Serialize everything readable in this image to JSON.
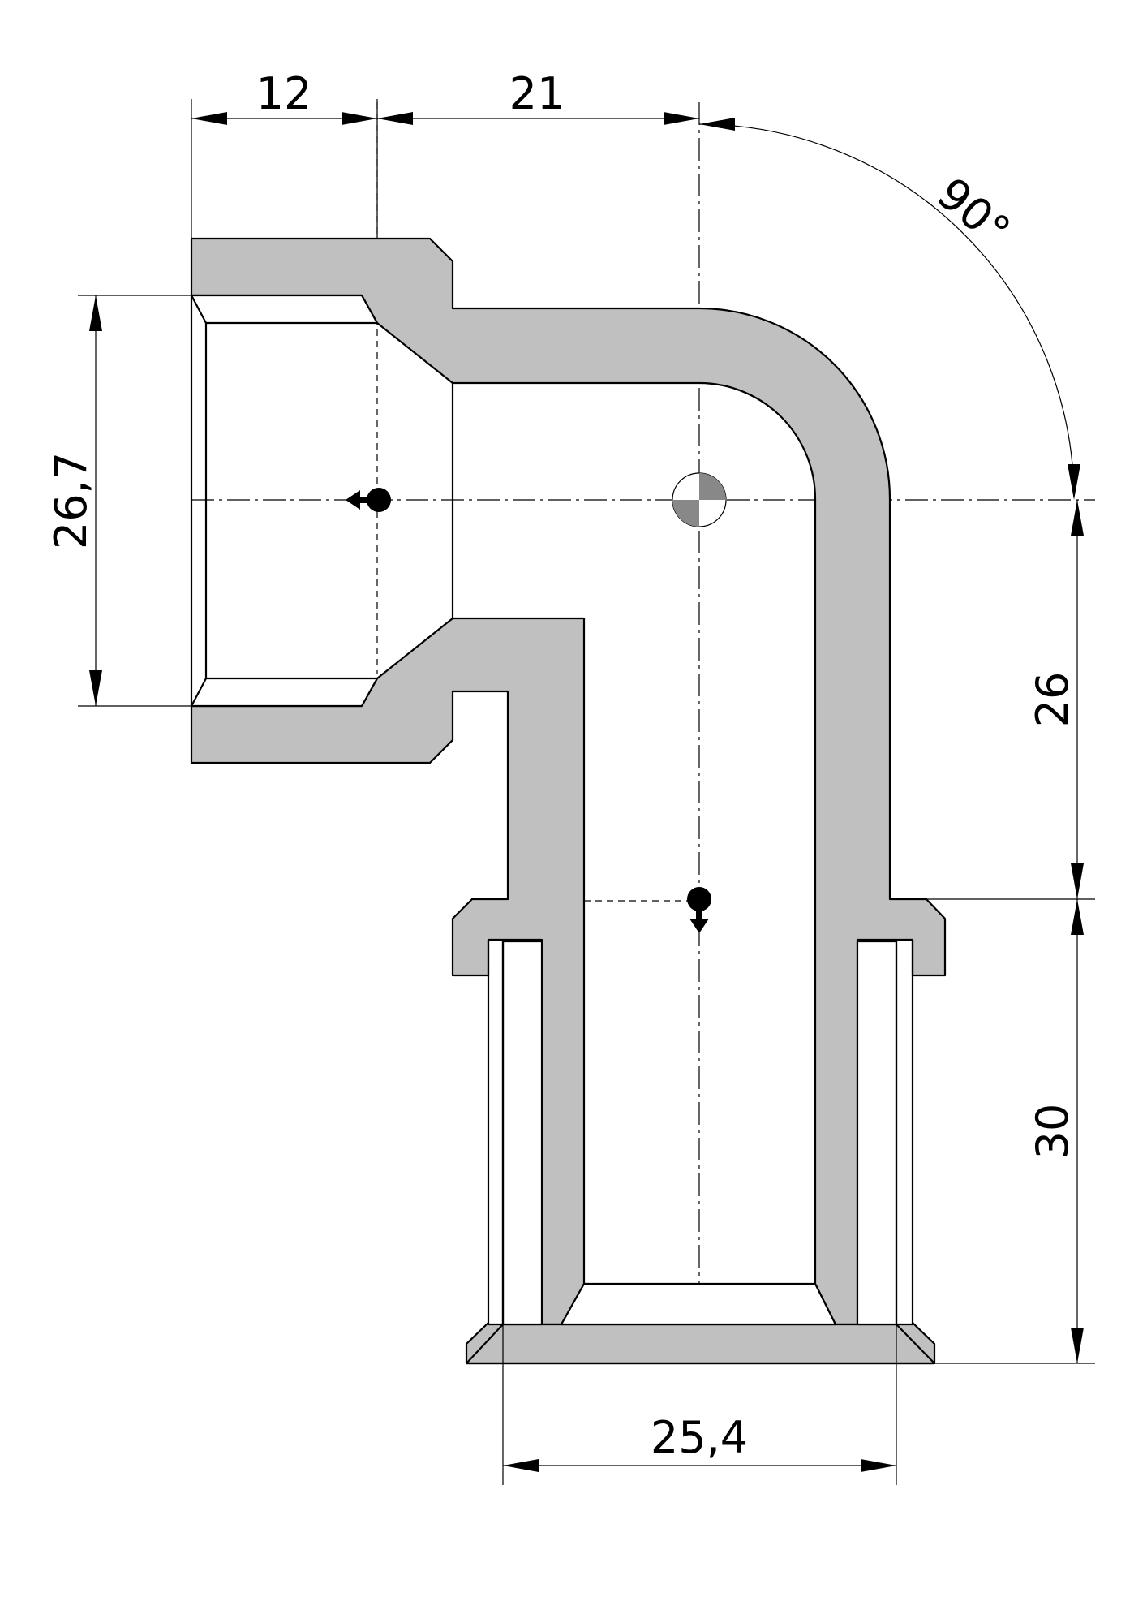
{
  "dimensions": {
    "socket_depth": "12",
    "center_offset": "21",
    "angle": "90°",
    "thread_diameter": "26,7",
    "vertical_offset": "26",
    "spigot_length": "30",
    "spigot_diameter": "25,4"
  },
  "colors": {
    "section_fill": "#c0c0c0",
    "line": "#000000",
    "background": "#ffffff"
  }
}
